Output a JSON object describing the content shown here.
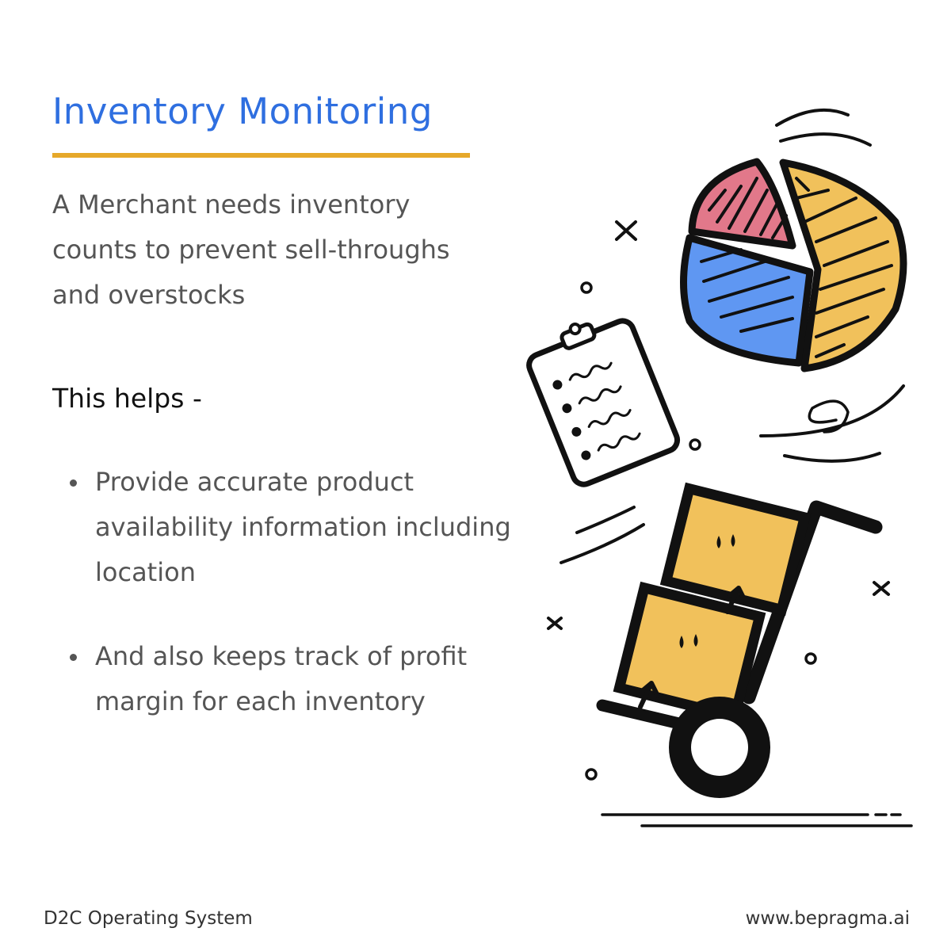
{
  "slide": {
    "title": "Inventory Monitoring",
    "intro": "A Merchant needs inventory counts to prevent sell-throughs and overstocks",
    "helps_heading": "This helps -",
    "bullets": [
      "Provide accurate product availability information including location",
      "And also keeps track of profit margin for each inventory"
    ]
  },
  "footer": {
    "left_text": "D2C Operating System",
    "right_text": "www.bepragma.ai"
  },
  "colors": {
    "title": "#2f6fe0",
    "accent_rule": "#e6a82a",
    "body_text": "#555555",
    "pie_red": "#e2788a",
    "pie_blue": "#5f97f2",
    "pie_yellow": "#f1c15b",
    "box": "#f1c15b",
    "outline": "#111111"
  },
  "illustration": {
    "icons": [
      "pie-chart-icon",
      "clipboard-checklist-icon",
      "hand-truck-boxes-icon"
    ]
  }
}
